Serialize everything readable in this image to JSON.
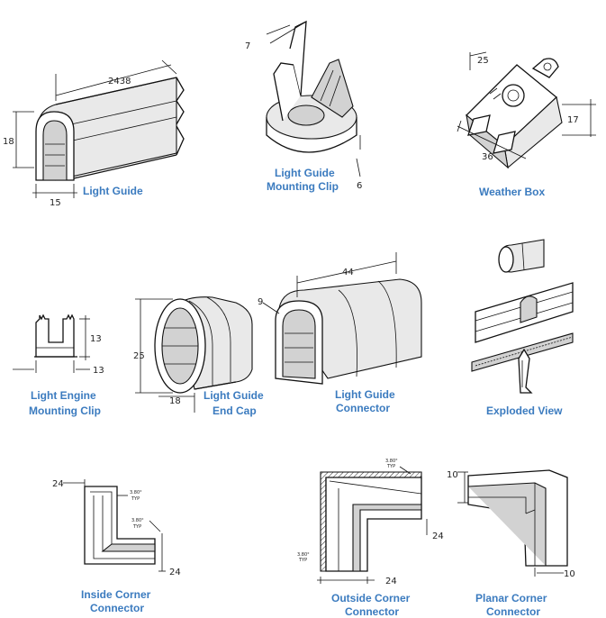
{
  "parts": {
    "light_guide": {
      "caption": "Light Guide",
      "dims": [
        "2438",
        "18",
        "15"
      ]
    },
    "mounting_clip": {
      "caption_lines": [
        "Light Guide",
        "Mounting Clip"
      ],
      "dims": [
        "7",
        "6"
      ]
    },
    "weather_box": {
      "caption": "Weather Box",
      "dims": [
        "25",
        "17",
        "36"
      ]
    },
    "engine_clip": {
      "caption_lines": [
        "Light Engine",
        "Mounting Clip"
      ],
      "dims": [
        "13",
        "13"
      ]
    },
    "end_cap": {
      "caption_lines": [
        "Light Guide",
        "End Cap"
      ],
      "dims": [
        "25",
        "18"
      ]
    },
    "connector": {
      "caption_lines": [
        "Light Guide",
        "Connector"
      ],
      "dims": [
        "44",
        "9"
      ]
    },
    "exploded": {
      "caption": "Exploded View"
    },
    "inside_corner": {
      "caption_lines": [
        "Inside Corner",
        "Connector"
      ],
      "dims": [
        "24",
        "24"
      ],
      "notes": [
        "3.80°",
        "TYP",
        "3.80°",
        "TYP"
      ]
    },
    "outside_corner": {
      "caption_lines": [
        "Outside Corner",
        "Connector"
      ],
      "dims": [
        "24",
        "24"
      ],
      "notes": [
        "3.80°",
        "TYP",
        "3.80°",
        "TYP"
      ]
    },
    "planar_corner": {
      "caption_lines": [
        "Planar Corner",
        "Connector"
      ],
      "dims": [
        "10",
        "10"
      ]
    }
  }
}
